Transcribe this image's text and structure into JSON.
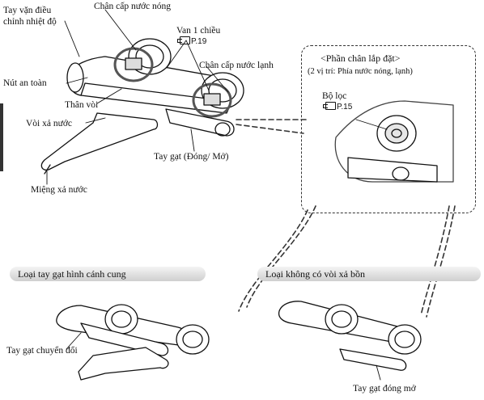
{
  "labels": {
    "temp_knob": "Tay vặn điều\nchỉnh nhiệt độ",
    "hot_inlet": "Chân cấp nước nóng",
    "check_valve": "Van 1 chiều",
    "check_valve_ref": "P.19",
    "cold_inlet": "Chân cấp nước lạnh",
    "safety_button": "Nút an toàn",
    "body": "Thân vòi",
    "spout": "Vòi xả nước",
    "lever": "Tay gạt (Đóng/ Mở)",
    "outlet": "Miệng xả nước"
  },
  "inset": {
    "title": "<Phần chân lắp đặt>",
    "subtitle": "(2 vị trí: Phía nước nóng, lạnh)",
    "filter": "Bộ lọc",
    "filter_ref": "P.15"
  },
  "variants": {
    "left_banner": "Loại tay gạt hình cánh cung",
    "left_lever": "Tay gạt chuyển đổi",
    "right_banner": "Loại không có vòi xả bồn",
    "right_lever": "Tay gạt đóng mở"
  },
  "colors": {
    "line": "#111111",
    "banner_top": "#f4f4f4",
    "banner_bottom": "#cfcfcf",
    "dashed": "#333333"
  }
}
